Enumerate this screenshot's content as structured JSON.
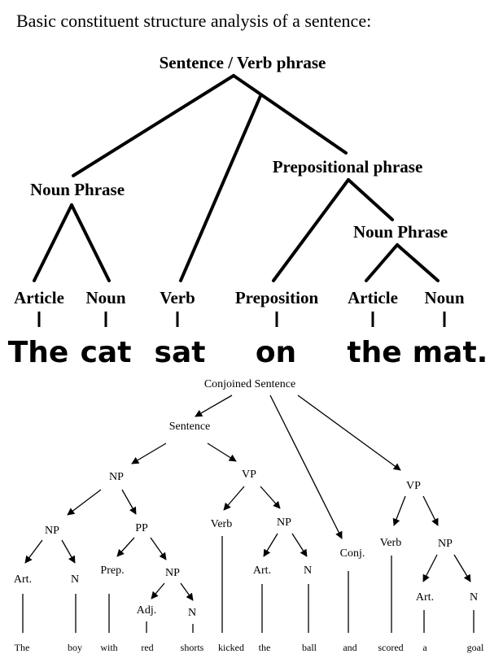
{
  "title": "Basic constituent structure analysis of a sentence:",
  "tree1": {
    "root": "Sentence / Verb phrase",
    "noun_phrase": "Noun Phrase",
    "prepositional_phrase": "Prepositional phrase",
    "noun_phrase_2": "Noun Phrase",
    "categories": [
      "Article",
      "Noun",
      "Verb",
      "Preposition",
      "Article",
      "Noun"
    ],
    "words": [
      "The",
      "cat",
      "sat",
      "on",
      "the",
      "mat."
    ]
  },
  "tree2": {
    "root": "Conjoined Sentence",
    "sentence": "Sentence",
    "np": "NP",
    "vp": "VP",
    "vp2": "VP",
    "np_inner": "NP",
    "pp": "PP",
    "verb": "Verb",
    "np_object": "NP",
    "conj": "Conj.",
    "verb2": "Verb",
    "np_object2": "NP",
    "art": "Art.",
    "n": "N",
    "prep": "Prep.",
    "np_pp": "NP",
    "art2": "Art.",
    "n2": "N",
    "art3": "Art.",
    "n3": "N",
    "adj": "Adj.",
    "n4": "N",
    "words": [
      "The",
      "boy",
      "with",
      "red",
      "shorts",
      "kicked",
      "the",
      "ball",
      "and",
      "scored",
      "a",
      "goal"
    ]
  }
}
